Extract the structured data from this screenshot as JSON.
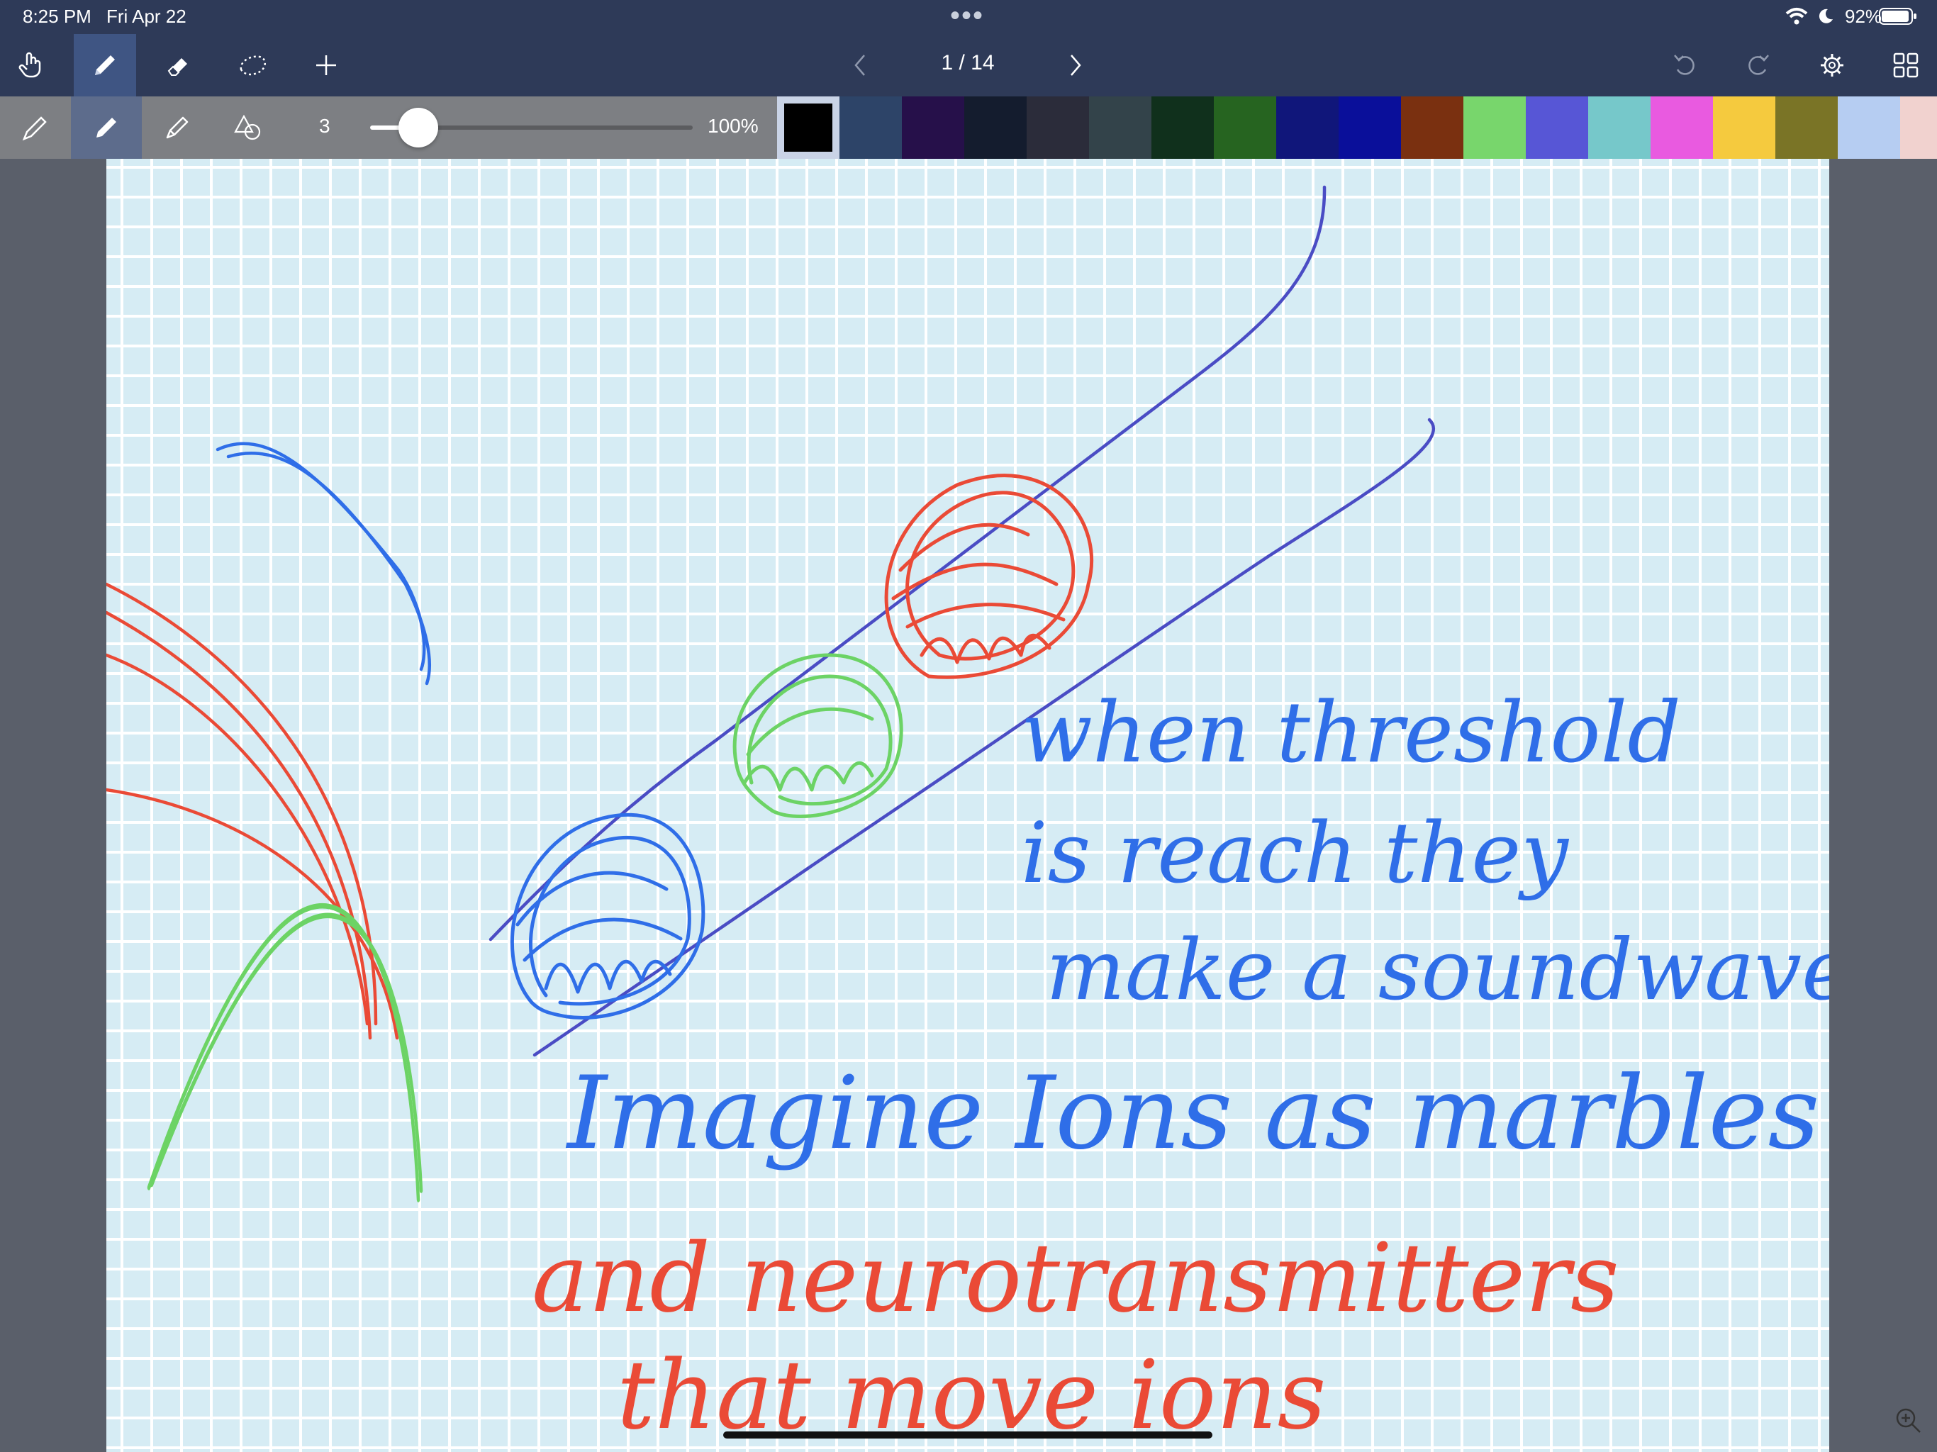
{
  "status_bar": {
    "time": "8:25 PM",
    "date": "Fri Apr 22",
    "battery": "92%"
  },
  "toolbar": {
    "tools": [
      "hand-icon",
      "pen-icon",
      "eraser-icon",
      "lasso-icon",
      "plus-icon"
    ],
    "page_indicator": "1 / 14",
    "right_tools": [
      "undo-icon",
      "redo-icon",
      "gear-icon",
      "grid-icon"
    ]
  },
  "subtoolbar": {
    "pen_size": "3",
    "slider_value": 0.15,
    "opacity": "100%",
    "selected_color": "#000000",
    "colors": [
      "#000000",
      "#2d4468",
      "#26104a",
      "#141c2e",
      "#2b2c3a",
      "#33434a",
      "#10301c",
      "#266420",
      "#10167a",
      "#0a0f9a",
      "#7a3010",
      "#78d66c",
      "#5756d6",
      "#76c8ca",
      "#e95ae0",
      "#f5ca3e",
      "#7a7426",
      "#b6cdf2",
      "#f1d2cf"
    ]
  },
  "colors": {
    "ink_blue": "#2f6ee8",
    "ink_red": "#ea4a36",
    "ink_green": "#6cd365",
    "ink_purple": "#4a4cc4",
    "grid_bg": "#d6ecf4"
  },
  "handwriting": [
    "when threshold",
    "is reach they",
    "make a soundwave",
    "Imagine Ions as marbles",
    "and neurotransmitters",
    "that move ions"
  ]
}
